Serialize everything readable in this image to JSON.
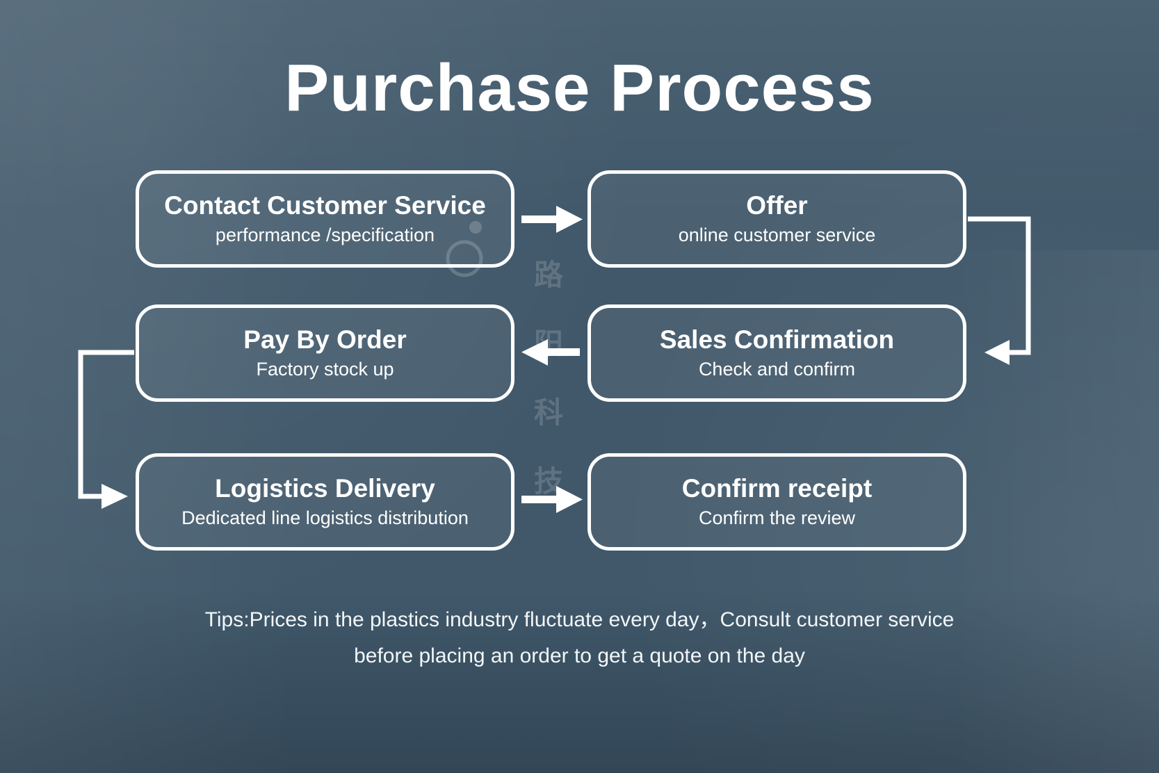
{
  "title": "Purchase Process",
  "steps": [
    {
      "title": "Contact Customer Service",
      "subtitle": "performance /specification"
    },
    {
      "title": "Offer",
      "subtitle": "online customer service"
    },
    {
      "title": "Pay By Order",
      "subtitle": "Factory stock up"
    },
    {
      "title": "Sales Confirmation",
      "subtitle": "Check and confirm"
    },
    {
      "title": "Logistics Delivery",
      "subtitle": "Dedicated line logistics distribution"
    },
    {
      "title": "Confirm receipt",
      "subtitle": "Confirm the review"
    }
  ],
  "tips": {
    "line1": "Tips:Prices in the plastics industry fluctuate every day，Consult customer service",
    "line2": "before placing an order to get a quote on the day"
  },
  "background": {
    "watermark": [
      "路",
      "阳",
      "科",
      "技"
    ]
  },
  "colors": {
    "background": "#40586a",
    "box_border": "#ffffff",
    "text": "#ffffff"
  }
}
